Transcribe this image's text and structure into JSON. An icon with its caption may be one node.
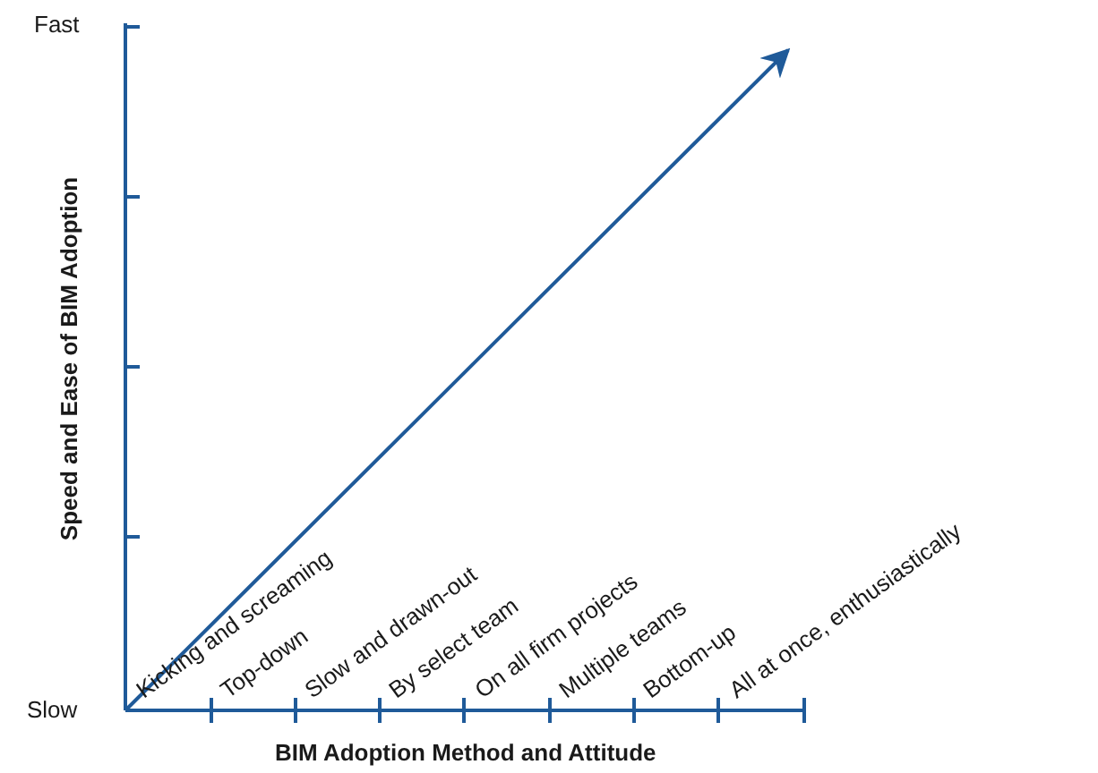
{
  "diagram": {
    "labels": [
      "Fast",
      "Speed and Ease of BIM Adoption",
      "Slow",
      "Kicking and screaming",
      "Top-down",
      "Slow and drawn-out",
      "By select team",
      "On all firm projects",
      "Multiple teams",
      "Bottom-up",
      "All at once, enthusiastically",
      "BIM Adoption Method and Attitude"
    ]
  }
}
